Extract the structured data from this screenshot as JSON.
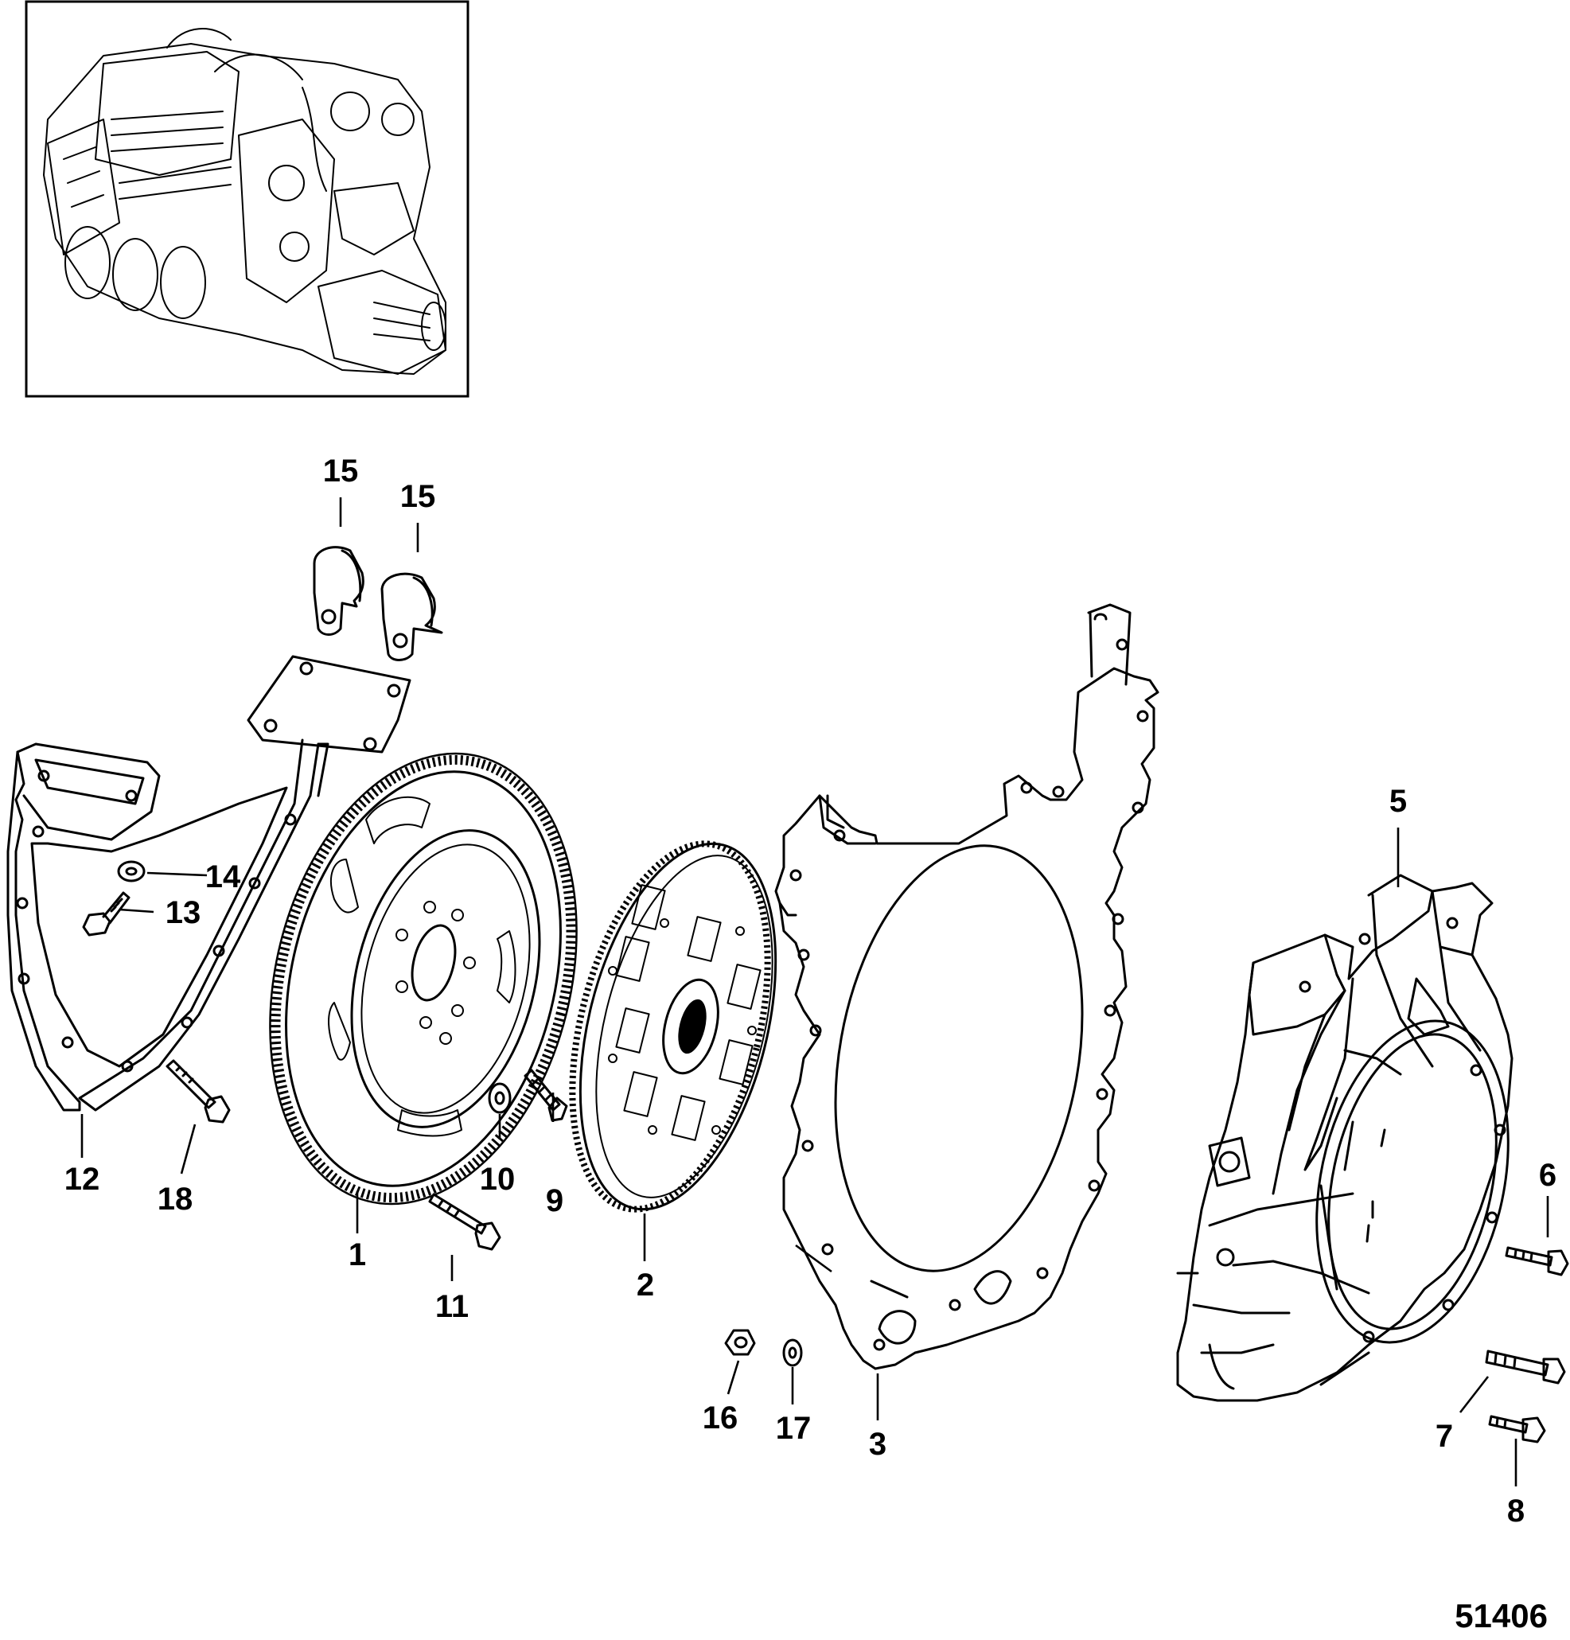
{
  "figure_number": "51406",
  "inset": {
    "label": "engine-overview"
  },
  "callouts": [
    {
      "id": "1",
      "label": "1"
    },
    {
      "id": "2",
      "label": "2"
    },
    {
      "id": "3",
      "label": "3"
    },
    {
      "id": "5",
      "label": "5"
    },
    {
      "id": "6",
      "label": "6"
    },
    {
      "id": "7",
      "label": "7"
    },
    {
      "id": "8",
      "label": "8"
    },
    {
      "id": "9",
      "label": "9"
    },
    {
      "id": "10",
      "label": "10"
    },
    {
      "id": "11",
      "label": "11"
    },
    {
      "id": "12",
      "label": "12"
    },
    {
      "id": "13",
      "label": "13"
    },
    {
      "id": "14",
      "label": "14"
    },
    {
      "id": "15a",
      "label": "15"
    },
    {
      "id": "15b",
      "label": "15"
    },
    {
      "id": "16",
      "label": "16"
    },
    {
      "id": "17",
      "label": "17"
    },
    {
      "id": "18",
      "label": "18"
    }
  ]
}
